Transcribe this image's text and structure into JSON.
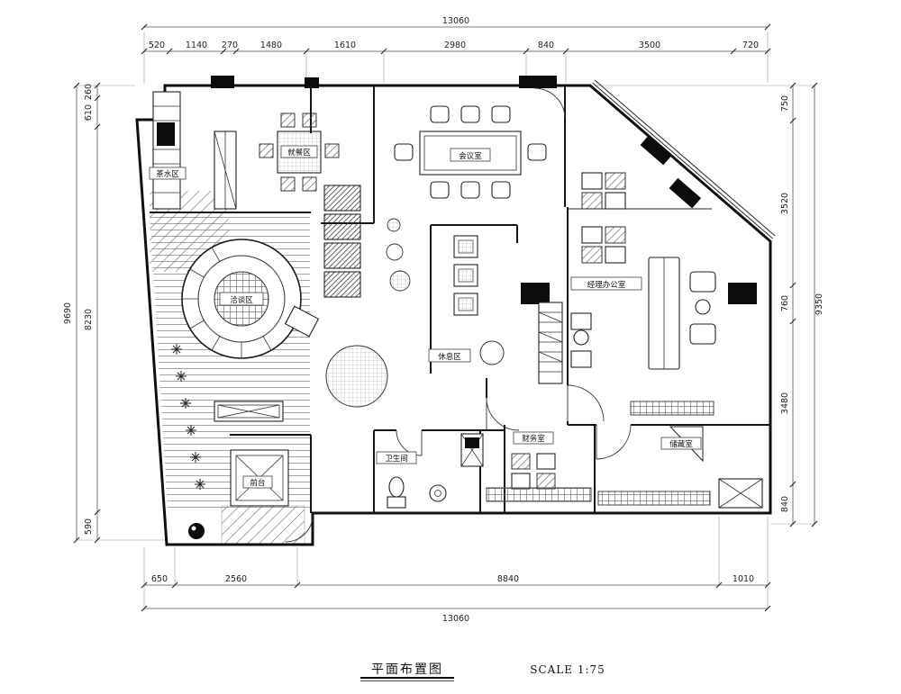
{
  "drawing": {
    "title": "平面布置图",
    "scale": "SCALE 1:75"
  },
  "dimensions": {
    "top": {
      "total": "13060",
      "segments": [
        "520",
        "1140",
        "270",
        "1480",
        "1610",
        "2980",
        "840",
        "3500",
        "720"
      ]
    },
    "bottom": {
      "total": "13060",
      "segments": [
        "650",
        "2560",
        "8840",
        "1010"
      ]
    },
    "left": {
      "total": "9690",
      "segments": [
        "260",
        "610",
        "8230",
        "590"
      ]
    },
    "right": {
      "total": "9350",
      "segments": [
        "750",
        "3520",
        "760",
        "3480",
        "840"
      ]
    }
  },
  "rooms": {
    "tea_area": "茶水区",
    "dining_area": "就餐区",
    "meeting_room": "会议室",
    "lounge": "洽谈区",
    "rest_area": "休息区",
    "manager_office": "经理办公室",
    "finance_room": "财务室",
    "storage_room": "储藏室",
    "restroom": "卫生间",
    "reception": "前台"
  }
}
